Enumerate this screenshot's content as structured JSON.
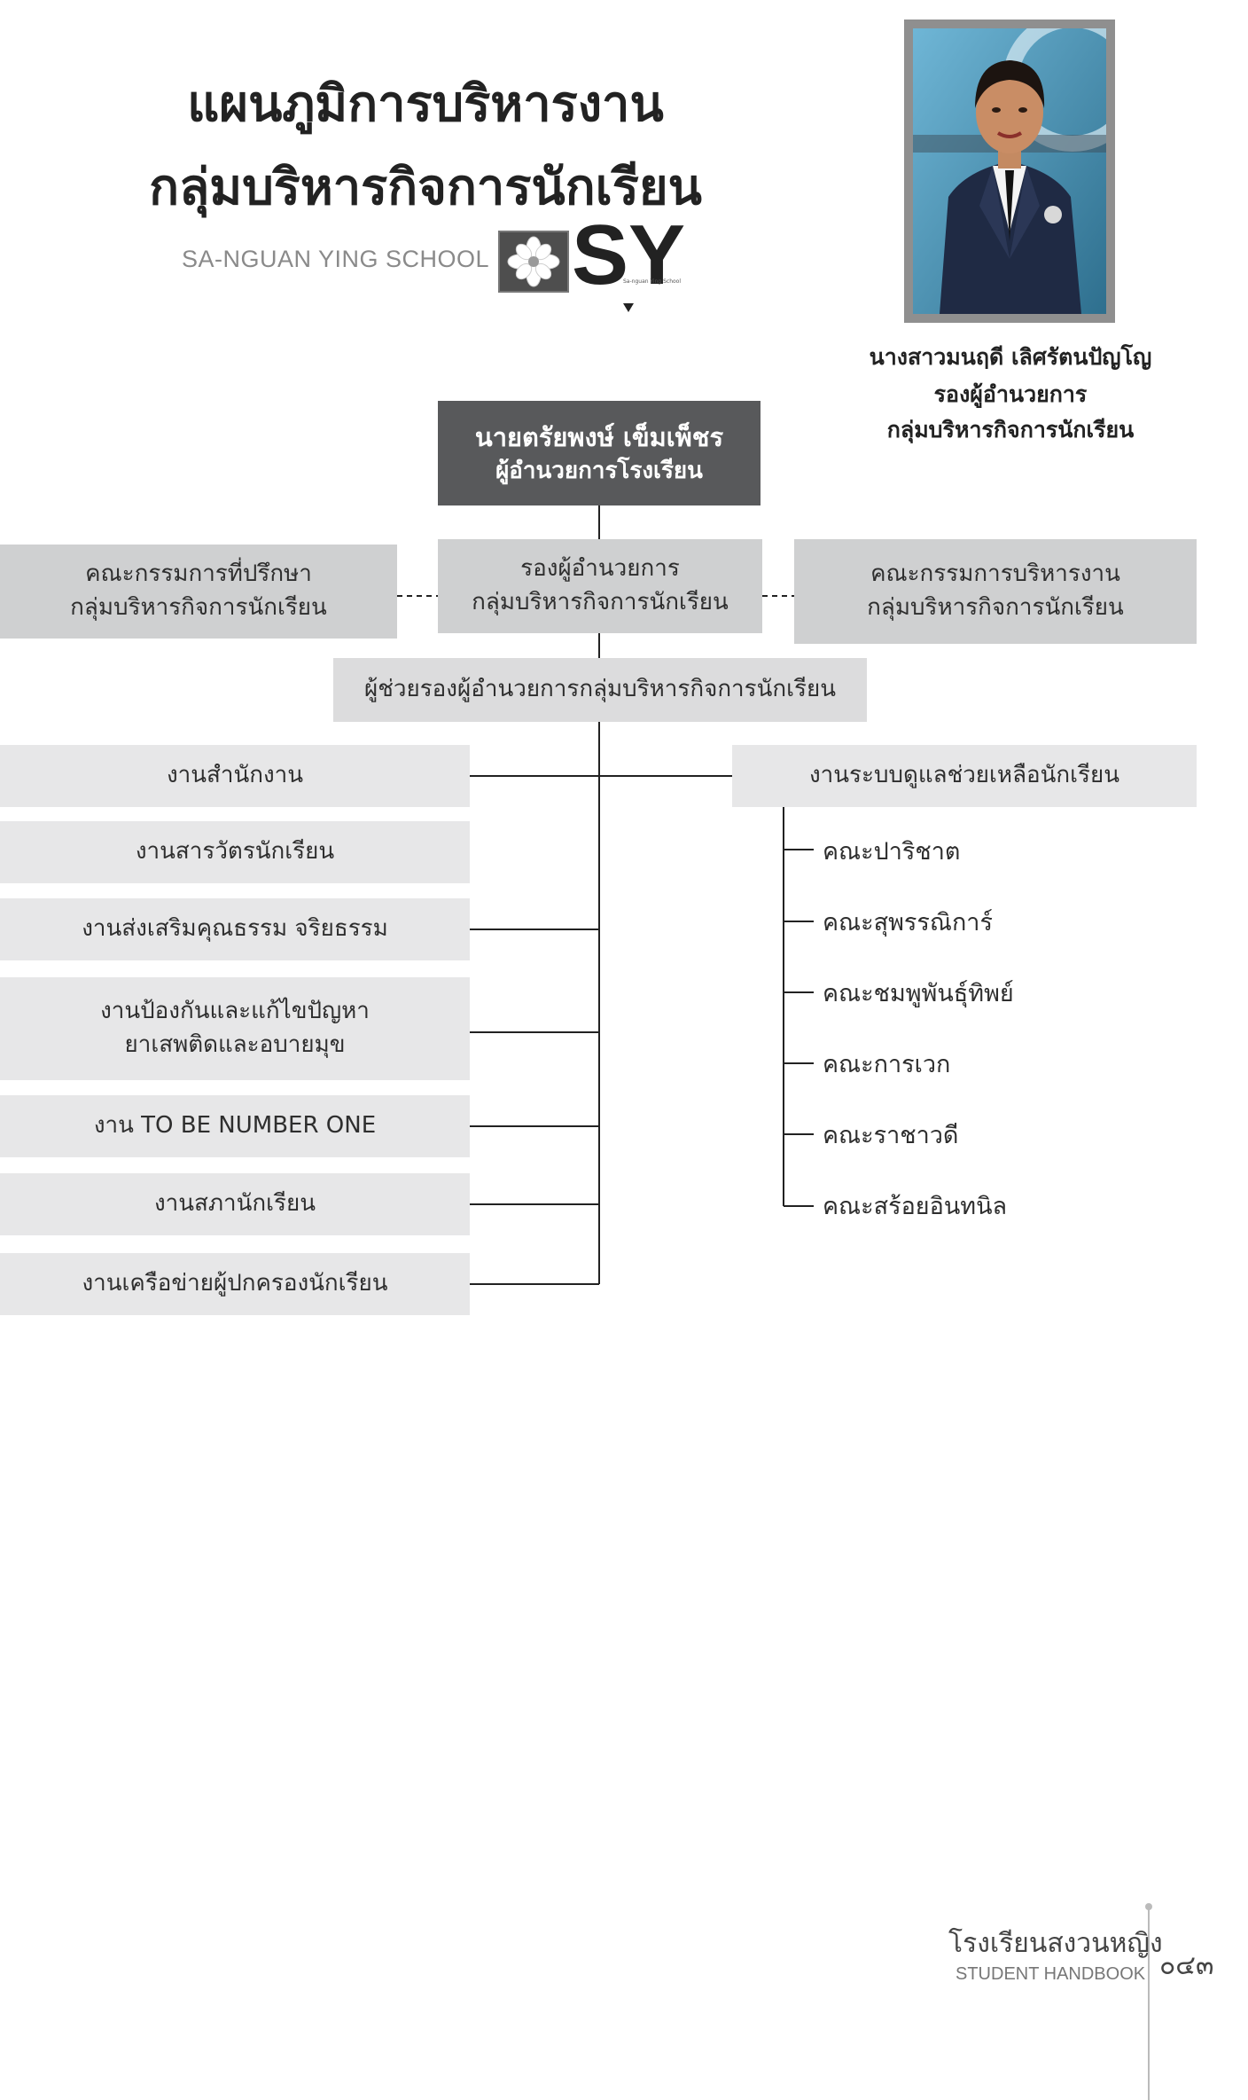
{
  "header": {
    "title_line1": "แผนภูมิการบริหารงาน",
    "title_line2": "กลุ่มบริหารกิจการนักเรียน",
    "school_name_en": "SA-NGUAN YING SCHOOL",
    "logo_initials": "SY",
    "logo_small_text": "Sa-nguan Ying School"
  },
  "portrait": {
    "name": "นางสาวมนฤดี เลิศรัตนปัญโญ",
    "position": "รองผู้อำนวยการ",
    "group": "กลุ่มบริหารกิจการนักเรียน"
  },
  "org_chart": {
    "director": {
      "name": "นายตรัยพงษ์ เข็มเพ็ชร",
      "title": "ผู้อำนวยการโรงเรียน"
    },
    "deputy": {
      "line1": "รองผู้อำนวยการ",
      "line2": "กลุ่มบริหารกิจการนักเรียน"
    },
    "advisory": {
      "line1": "คณะกรรมการที่ปรึกษา",
      "line2": "กลุ่มบริหารกิจการนักเรียน"
    },
    "management": {
      "line1": "คณะกรรมการบริหารงาน",
      "line2": "กลุ่มบริหารกิจการนักเรียน"
    },
    "assistant": "ผู้ช่วยรองผู้อำนวยการกลุ่มบริหารกิจการนักเรียน",
    "left_tasks": [
      {
        "line1": "งานสำนักงาน",
        "line2": ""
      },
      {
        "line1": "งานสารวัตรนักเรียน",
        "line2": ""
      },
      {
        "line1": "งานส่งเสริมคุณธรรม จริยธรรม",
        "line2": ""
      },
      {
        "line1": "งานป้องกันและแก้ไขปัญหา",
        "line2": "ยาเสพติดและอบายมุข"
      },
      {
        "line1": "งาน TO BE NUMBER ONE",
        "line2": ""
      },
      {
        "line1": "งานสภานักเรียน",
        "line2": ""
      },
      {
        "line1": "งานเครือข่ายผู้ปกครองนักเรียน",
        "line2": ""
      }
    ],
    "right_task": "งานระบบดูแลช่วยเหลือนักเรียน",
    "sub_committees": [
      "คณะปาริชาต",
      "คณะสุพรรณิการ์",
      "คณะชมพูพันธุ์ทิพย์",
      "คณะการเวก",
      "คณะราชาวดี",
      "คณะสร้อยอินทนิล"
    ]
  },
  "footer": {
    "school_th": "โรงเรียนสงวนหญิง",
    "handbook_en": "STUDENT HANDBOOK",
    "page_number": "๐๔๓"
  },
  "colors": {
    "dark_box": "#58595b",
    "mid_box": "#cfd0d1",
    "light_box": "#e7e7e8",
    "line": "#222222"
  }
}
